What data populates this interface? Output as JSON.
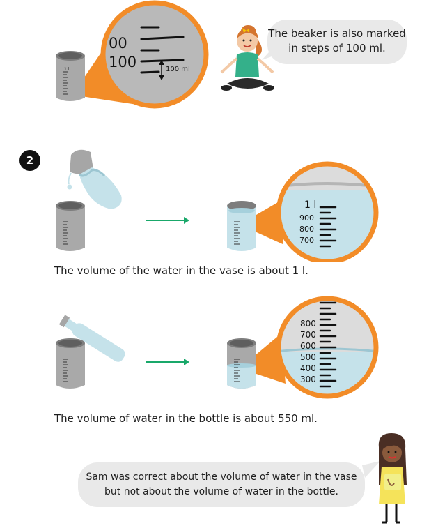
{
  "section1": {
    "zoom_labels": [
      "00",
      "100"
    ],
    "step_label": "100 ml",
    "beaker_small_label": "1 l",
    "speech": [
      "The beaker is also marked",
      "in steps of 100 ml."
    ]
  },
  "section2": {
    "step_number": "2",
    "vase_zoom_labels": [
      "1 l",
      "900",
      "800",
      "700"
    ],
    "caption_vase": "The volume of the water in the vase is about 1 l.",
    "bottle_zoom_labels": [
      "800",
      "700",
      "600",
      "500",
      "400",
      "300"
    ],
    "caption_bottle": "The volume of water in the bottle is about 550 ml."
  },
  "conclusion": {
    "speech": [
      "Sam was correct about the volume of water in the vase",
      "but not about the volume of water in the bottle."
    ]
  },
  "colors": {
    "orange": "#f28c28",
    "water": "#c5e2ea",
    "beaker_gray": "#a9a9a9",
    "arrow_green": "#19a86a",
    "bubble": "#e9e9e9"
  }
}
